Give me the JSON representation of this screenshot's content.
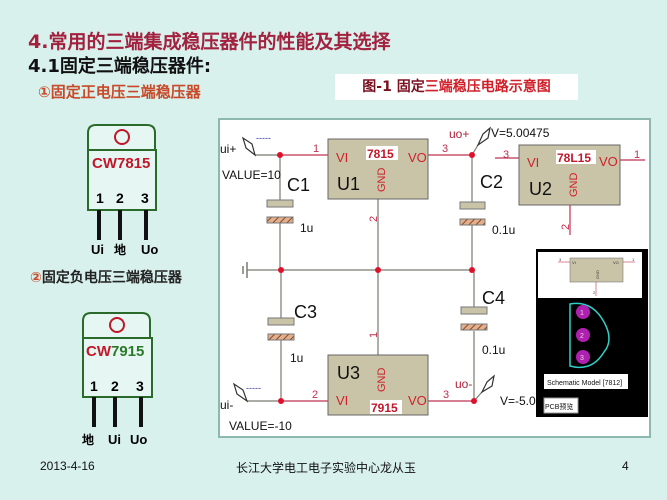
{
  "slide": {
    "title": "4.常用的三端集成稳压器件的性能及其选择",
    "subtitle": "4.1固定三端稳压器件:",
    "section1": "①固定正电压三端稳压器",
    "section2_num": "②",
    "section2": "固定负电压三端稳压器",
    "caption_a": "图-1 固定",
    "caption_b": "三端稳压电路示意图"
  },
  "chips": [
    {
      "prefix": "CW",
      "model": "7815",
      "pins": [
        "1",
        "2",
        "3"
      ],
      "legs": [
        "Ui",
        "地",
        "Uo"
      ],
      "model_color": "#c0182a"
    },
    {
      "prefix": "CW",
      "model": "7915",
      "pins": [
        "1",
        "2",
        "3"
      ],
      "legs": [
        "地",
        "Ui",
        "Uo"
      ],
      "model_color": "#2a7a2a"
    }
  ],
  "circuit": {
    "ui_plus": "ui+",
    "ui_minus": "ui-",
    "value_plus": "VALUE=10",
    "value_minus": "VALUE=-10",
    "uo_plus": "uo+",
    "uo_minus": "uo-",
    "v_plus": "V=5.00475",
    "v_minus": "V=-5.0",
    "probe_dash": "-----",
    "u1": {
      "name": "U1",
      "part": "7815",
      "vi": "VI",
      "vo": "VO",
      "gnd": "GND",
      "pin_in": "1",
      "pin_out": "3",
      "pin_gnd": "2"
    },
    "u2": {
      "name": "U2",
      "part": "78L15",
      "vi": "VI",
      "vo": "VO",
      "gnd": "GND",
      "pin_in": "3",
      "pin_out": "1",
      "pin_gnd": "2"
    },
    "u3": {
      "name": "U3",
      "part": "7915",
      "vi": "VI",
      "vo": "VO",
      "gnd": "GND",
      "pin_in": "2",
      "pin_out": "3",
      "pin_gnd": "1"
    },
    "c1": {
      "name": "C1",
      "value": "1u"
    },
    "c2": {
      "name": "C2",
      "value": "0.1u"
    },
    "c3": {
      "name": "C3",
      "value": "1u"
    },
    "c4": {
      "name": "C4",
      "value": "0.1u"
    },
    "inset": {
      "mini_vi": "VI",
      "mini_vo": "VO",
      "mini_gnd": "GND",
      "mini_in": "3",
      "mini_out": "1",
      "mini_pin": "2",
      "pads": [
        "1",
        "2",
        "3"
      ],
      "model_label": "Schematic Model [7812]",
      "pcb_button": "PCB预览"
    }
  },
  "footer": {
    "date": "2013-4-16",
    "author": "长江大学电工电子实验中心龙从玉",
    "page": "4"
  },
  "colors": {
    "title": "#a3213f",
    "wire": "#c03050",
    "node": "#e0102a",
    "chip_body": "#c9c4a8",
    "background": "#d8f1ec"
  }
}
